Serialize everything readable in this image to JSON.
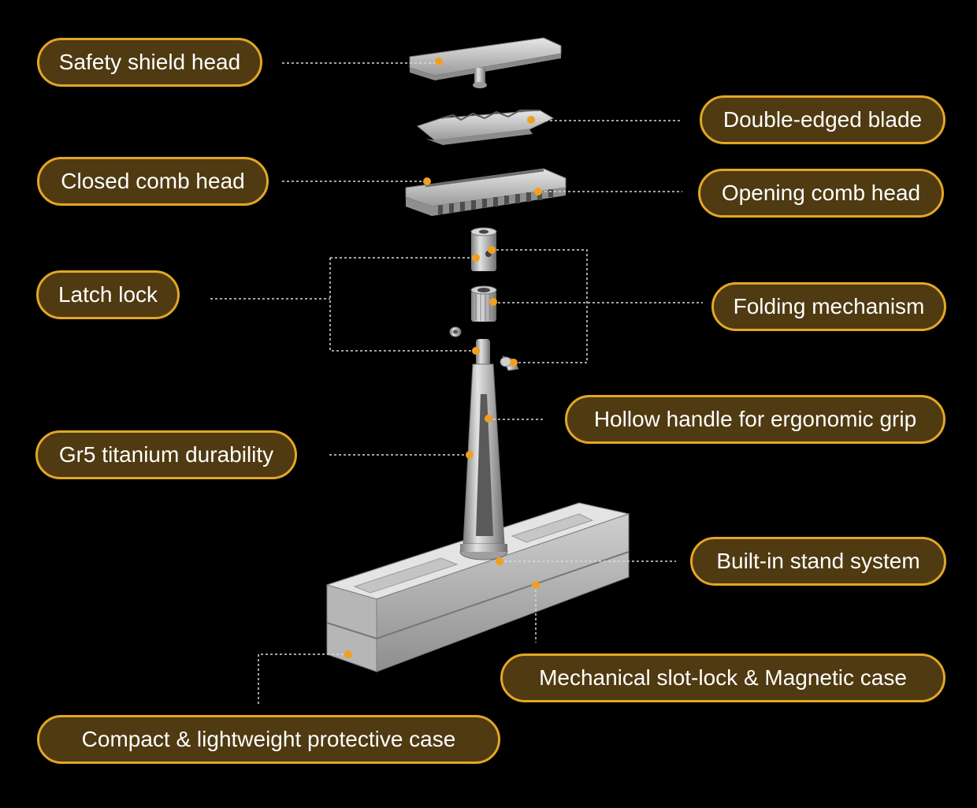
{
  "labels": {
    "safety_shield_head": "Safety shield head",
    "double_edged_blade": "Double-edged blade",
    "closed_comb_head": "Closed comb head",
    "opening_comb_head": "Opening comb head",
    "latch_lock": "Latch lock",
    "folding_mechanism": "Folding mechanism",
    "hollow_handle": "Hollow handle for ergonomic grip",
    "gr5_titanium": "Gr5 titanium durability",
    "built_in_stand": "Built-in stand system",
    "mechanical_slot_lock": "Mechanical slot-lock & Magnetic case",
    "compact_case": "Compact & lightweight protective case"
  },
  "colors": {
    "background": "#000000",
    "label_fill": "#4f3a11",
    "label_border": "#e3a626",
    "marker": "#f0a020",
    "metal": "#b8b8b8"
  }
}
